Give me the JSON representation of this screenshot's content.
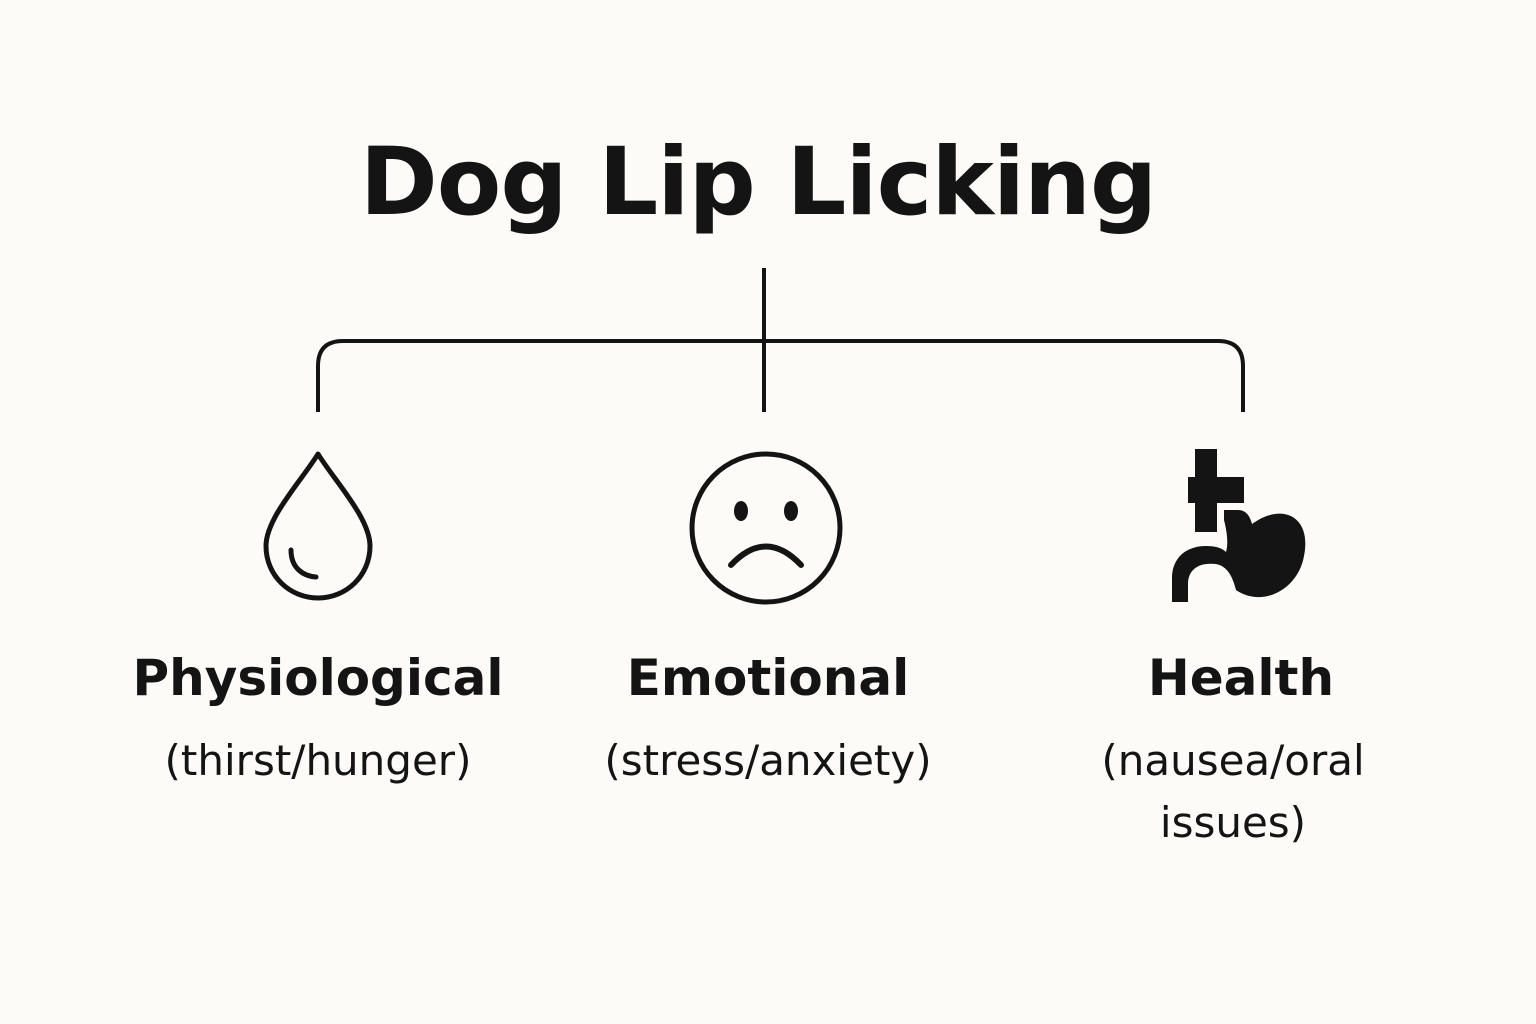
{
  "diagram": {
    "title": "Dog Lip Licking",
    "categories": [
      {
        "label": "Physiological",
        "description": "(thirst/hunger)",
        "icon": "water-drop-icon"
      },
      {
        "label": "Emotional",
        "description": "(stress/anxiety)",
        "icon": "sad-face-icon"
      },
      {
        "label": "Health",
        "description": "(nausea/oral issues)",
        "icon": "stomach-medical-cross-icon"
      }
    ]
  },
  "colors": {
    "background": "#fcfbf8",
    "ink": "#141414"
  }
}
